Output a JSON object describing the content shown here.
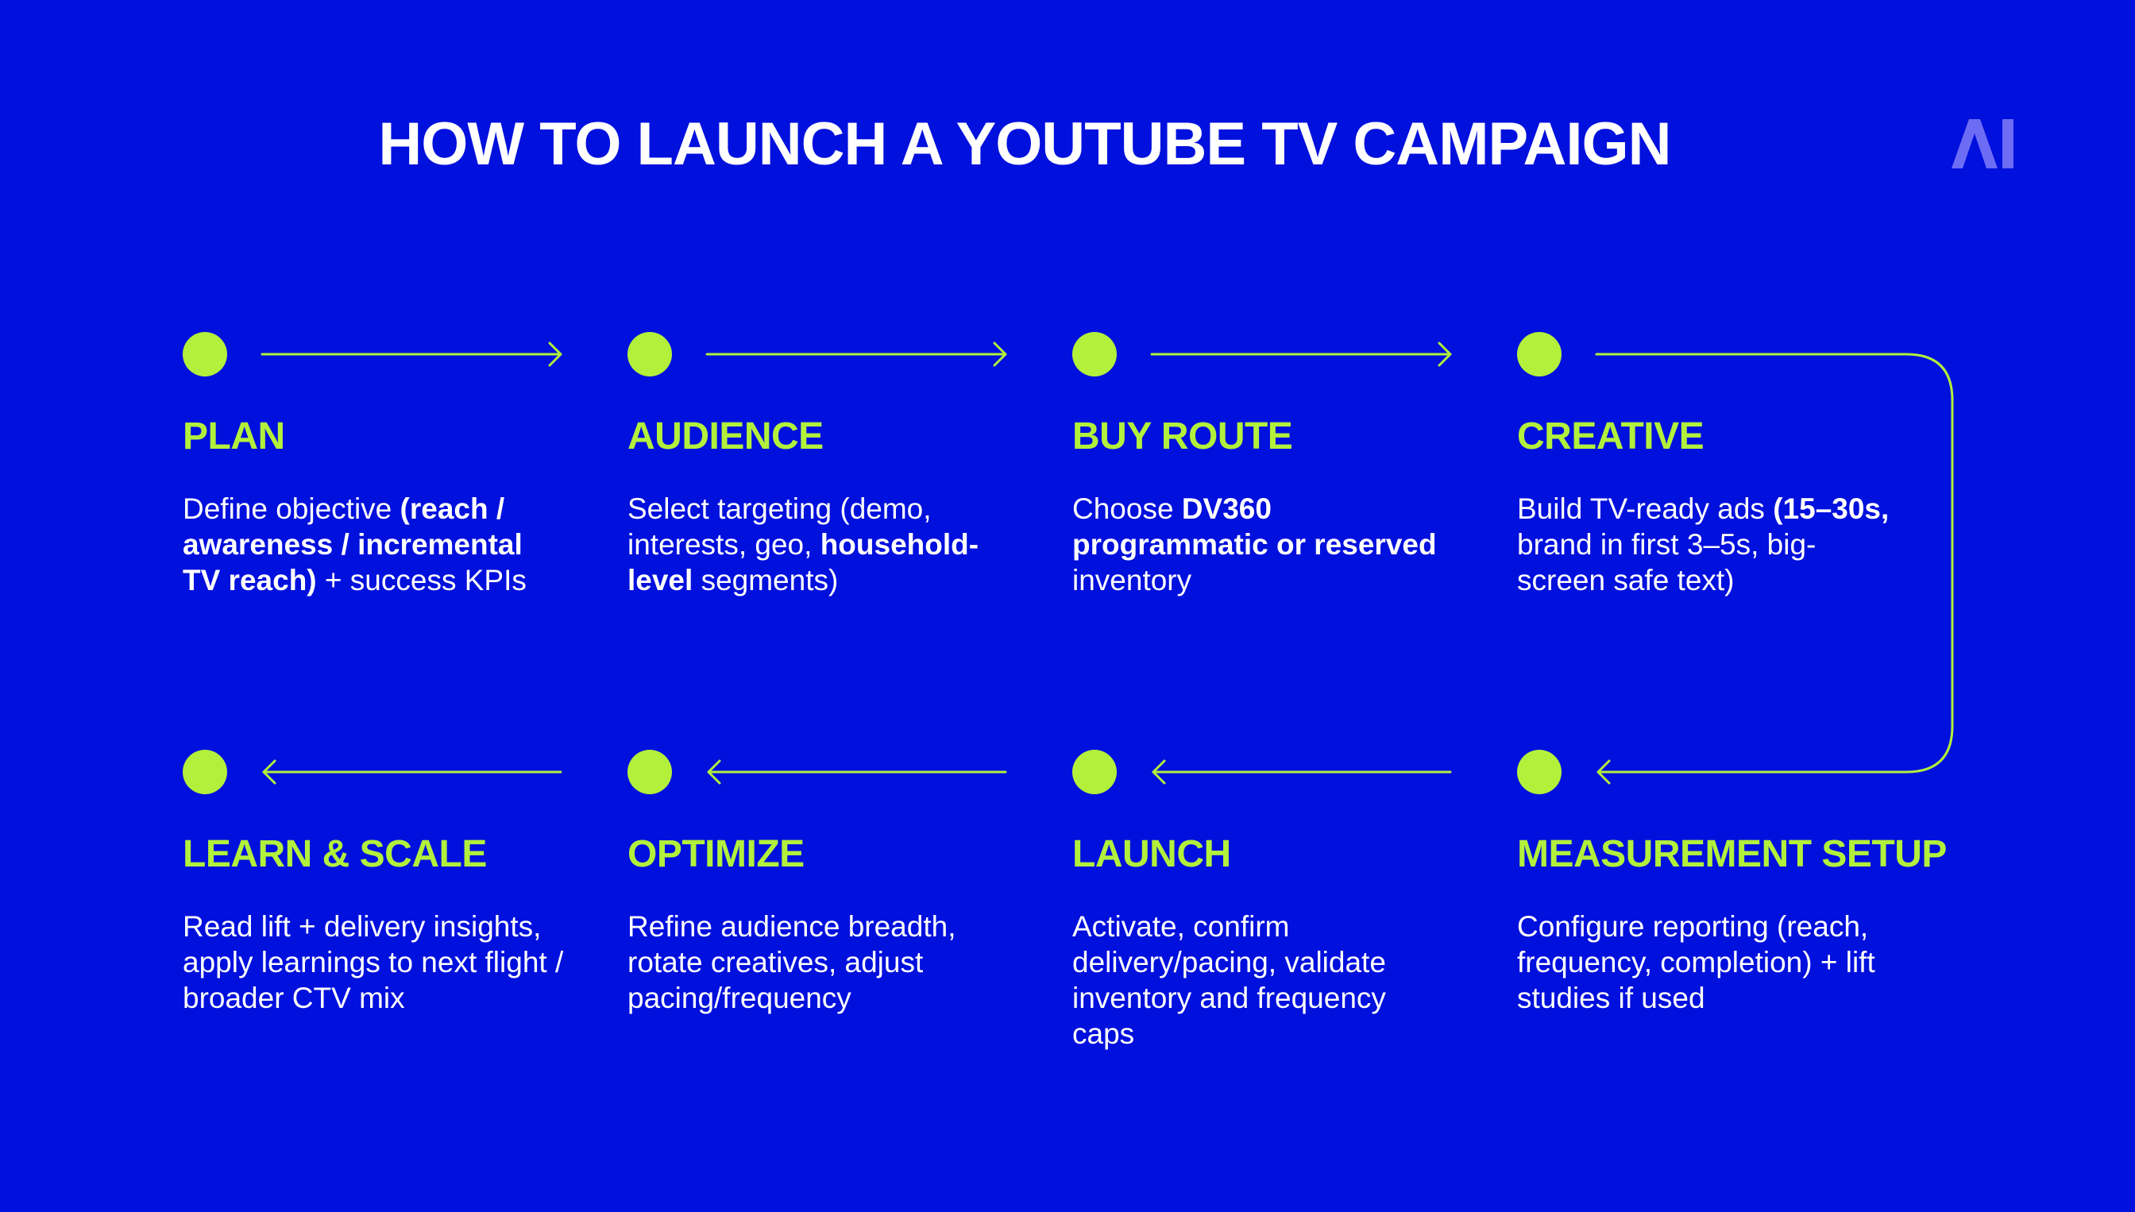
{
  "title": "HOW TO LAUNCH A YOUTUBE TV CAMPAIGN",
  "logo_text": "AI",
  "colors": {
    "background": "#0010DD",
    "accent": "#B2F03C",
    "text": "#FFFFFF"
  },
  "steps": [
    {
      "heading": "PLAN",
      "desc": [
        {
          "t": "Define objective "
        },
        {
          "t": "(reach / awareness / incremental TV reach)",
          "b": true
        },
        {
          "t": " + success KPIs"
        }
      ]
    },
    {
      "heading": "AUDIENCE",
      "desc": [
        {
          "t": "Select targeting (demo, interests, geo, "
        },
        {
          "t": "household-level",
          "b": true
        },
        {
          "t": " segments)"
        }
      ]
    },
    {
      "heading": "BUY ROUTE",
      "desc": [
        {
          "t": "Choose "
        },
        {
          "t": "DV360 programmatic or reserved",
          "b": true
        },
        {
          "t": " inventory"
        }
      ]
    },
    {
      "heading": "CREATIVE",
      "desc": [
        {
          "t": "Build TV-ready ads "
        },
        {
          "t": "(15–30s,",
          "b": true
        },
        {
          "t": " brand in first 3–5s, big-screen safe text)"
        }
      ]
    },
    {
      "heading": "MEASUREMENT SETUP",
      "desc": [
        {
          "t": "Configure reporting (reach, frequency, completion) + lift studies if used"
        }
      ]
    },
    {
      "heading": "LAUNCH",
      "desc": [
        {
          "t": "Activate, confirm delivery/pacing, validate inventory and frequency caps"
        }
      ]
    },
    {
      "heading": "OPTIMIZE",
      "desc": [
        {
          "t": "Refine audience breadth, rotate creatives, adjust pacing/frequency"
        }
      ]
    },
    {
      "heading": "LEARN & SCALE",
      "desc": [
        {
          "t": "Read lift + delivery insights, apply learnings to next flight / broader CTV mix"
        }
      ]
    }
  ]
}
